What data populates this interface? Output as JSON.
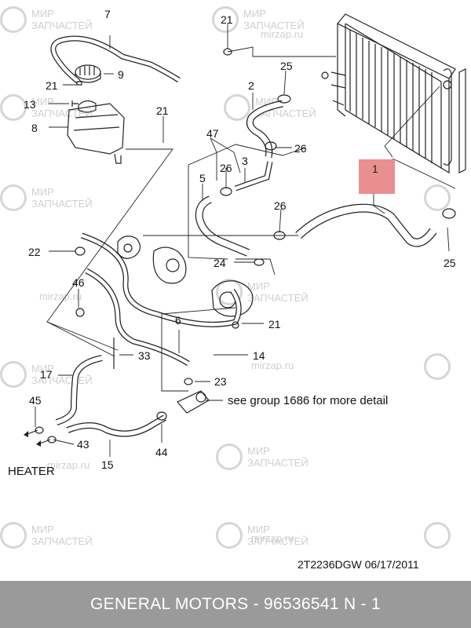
{
  "watermarks": [
    {
      "line1": "МИР",
      "line2": "ЗАПЧАСТЕЙ"
    },
    {
      "line1": "МИР",
      "line2": "ЗАПЧАСТЕЙ"
    },
    {
      "line1": "МИР",
      "line2": "ЗАПЧАСТЕЙ"
    },
    {
      "line1": "МИР",
      "line2": "ЗАПЧАСТЕЙ"
    },
    {
      "line1": "МИР",
      "line2": "ЗАПЧАСТЕЙ"
    },
    {
      "line1": "МИР",
      "line2": "ЗАПЧАСТЕЙ"
    },
    {
      "line1": "МИР",
      "line2": "ЗАПЧАСТЕЙ"
    },
    {
      "line1": "МИР",
      "line2": "ЗАПЧАСТЕЙ"
    },
    {
      "line1": "МИР",
      "line2": "ЗАПЧАСТЕЙ"
    },
    {
      "line1": "МИР",
      "line2": "ЗАПЧАСТЕЙ"
    }
  ],
  "watermark_urls": [
    "mirzap.ru",
    "mirzap.ru",
    "mirzap.ru",
    "mirzap.ru",
    "mirzap.ru"
  ],
  "callouts": [
    "7",
    "21",
    "9",
    "21",
    "13",
    "25",
    "2",
    "8",
    "21",
    "26",
    "47",
    "26",
    "3",
    "5",
    "1",
    "26",
    "22",
    "24",
    "25",
    "46",
    "21",
    "6",
    "33",
    "14",
    "17",
    "23",
    "45",
    "43",
    "44",
    "15"
  ],
  "notes": {
    "see_group": "see group 1686 for more detail",
    "heater": "HEATER",
    "code_date": "2T2236DGW  06/17/2011"
  },
  "highlight_label": "1",
  "footer": {
    "text": "GENERAL MOTORS - 96536541      N - 1"
  },
  "colors": {
    "footer_bg": "#9a9a9a",
    "highlight": "#e57b7b",
    "watermark": "#cfcfcf"
  }
}
